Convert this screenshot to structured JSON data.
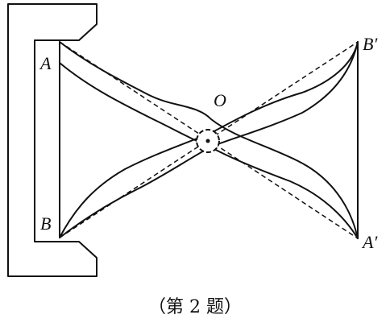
{
  "labels": {
    "A": "A",
    "B": "B",
    "O": "O",
    "A_prime": "A′",
    "B_prime": "B′"
  },
  "caption": "（第 2 题）"
}
